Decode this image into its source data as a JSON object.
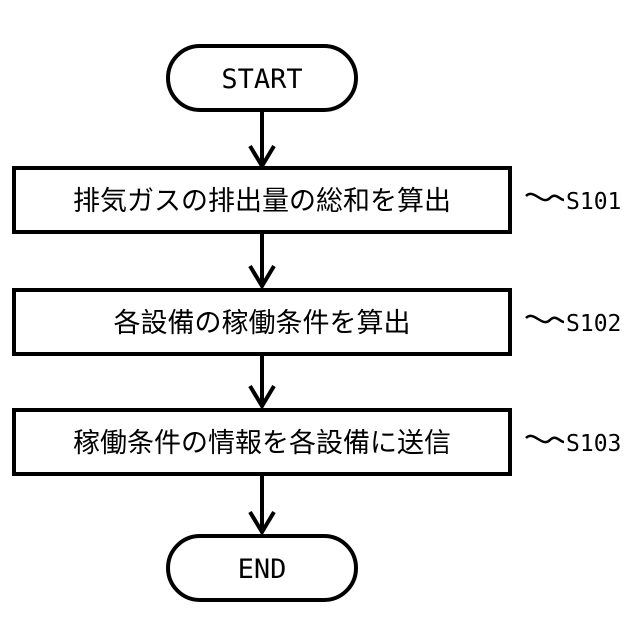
{
  "diagram": {
    "start": {
      "label": "START"
    },
    "steps": [
      {
        "label": "排気ガスの排出量の総和を算出",
        "ref": "S101"
      },
      {
        "label": "各設備の稼働条件を算出",
        "ref": "S102"
      },
      {
        "label": "稼働条件の情報を各設備に送信",
        "ref": "S103"
      }
    ],
    "end": {
      "label": "END"
    },
    "colors": {
      "stroke": "#000000",
      "fill": "#ffffff"
    }
  }
}
